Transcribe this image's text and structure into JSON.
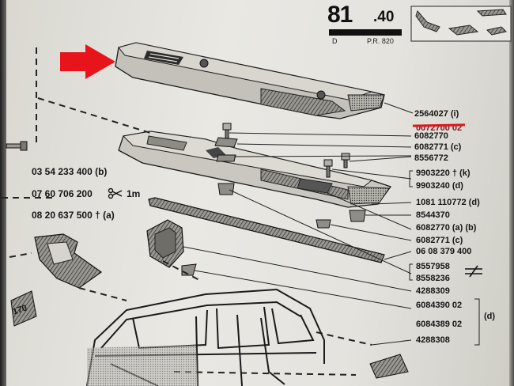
{
  "header": {
    "number": "81",
    "suffix": ".40",
    "code_left": "D",
    "code_right": "P.R. 820"
  },
  "arrow_color": "#e8141c",
  "labels": {
    "p1": "2564027 (i)",
    "p1_struck": "0072700 02",
    "p2": "6082770",
    "p3": "6082771 (c)",
    "p4": "8556772",
    "p5a": "9903220 † (k)",
    "p5b": "9903240 (d)",
    "p6": "1081 110772 (d)",
    "p7": "8544370",
    "p8": "6082770 (a) (b)",
    "p9": "6082771 (c)",
    "p10": "06 08 379 400",
    "p11a": "8557958",
    "p11b": "8558236",
    "p12": "4288309",
    "p13": "6084390 02",
    "p14": "6084389 02",
    "p13_14_note": "(d)",
    "p15": "4288308",
    "l1": "03 54 233 400 (b)",
    "l2": "07 60 706 200",
    "l2_suffix": "1m",
    "l3": "08 20 637 500 † (a)",
    "side_num": "170"
  }
}
